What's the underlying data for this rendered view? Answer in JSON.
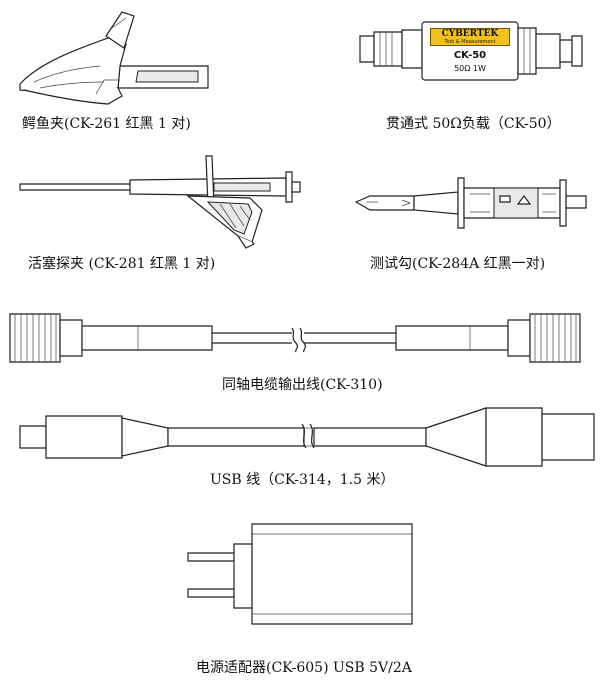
{
  "items": {
    "alligator": {
      "caption": "鳄鱼夹(CK-261 红黑 1 对)"
    },
    "load": {
      "caption": "贯通式 50Ω负载（CK-50）",
      "brand": "CYBERTEK",
      "brand_sub": "Test & Measurement",
      "model": "CK-50",
      "rating": "50Ω 1W",
      "label_color": "#f2c21a"
    },
    "plunger": {
      "caption": "活塞探夹 (CK-281 红黑 1 对)"
    },
    "hook": {
      "caption": "测试勾(CK-284A 红黑一对)"
    },
    "coax": {
      "caption": "同轴电缆输出线(CK-310)"
    },
    "usb": {
      "caption": "USB 线（CK-314，1.5 米）"
    },
    "adapter": {
      "caption": "电源适配器(CK-605) USB 5V/2A"
    }
  }
}
